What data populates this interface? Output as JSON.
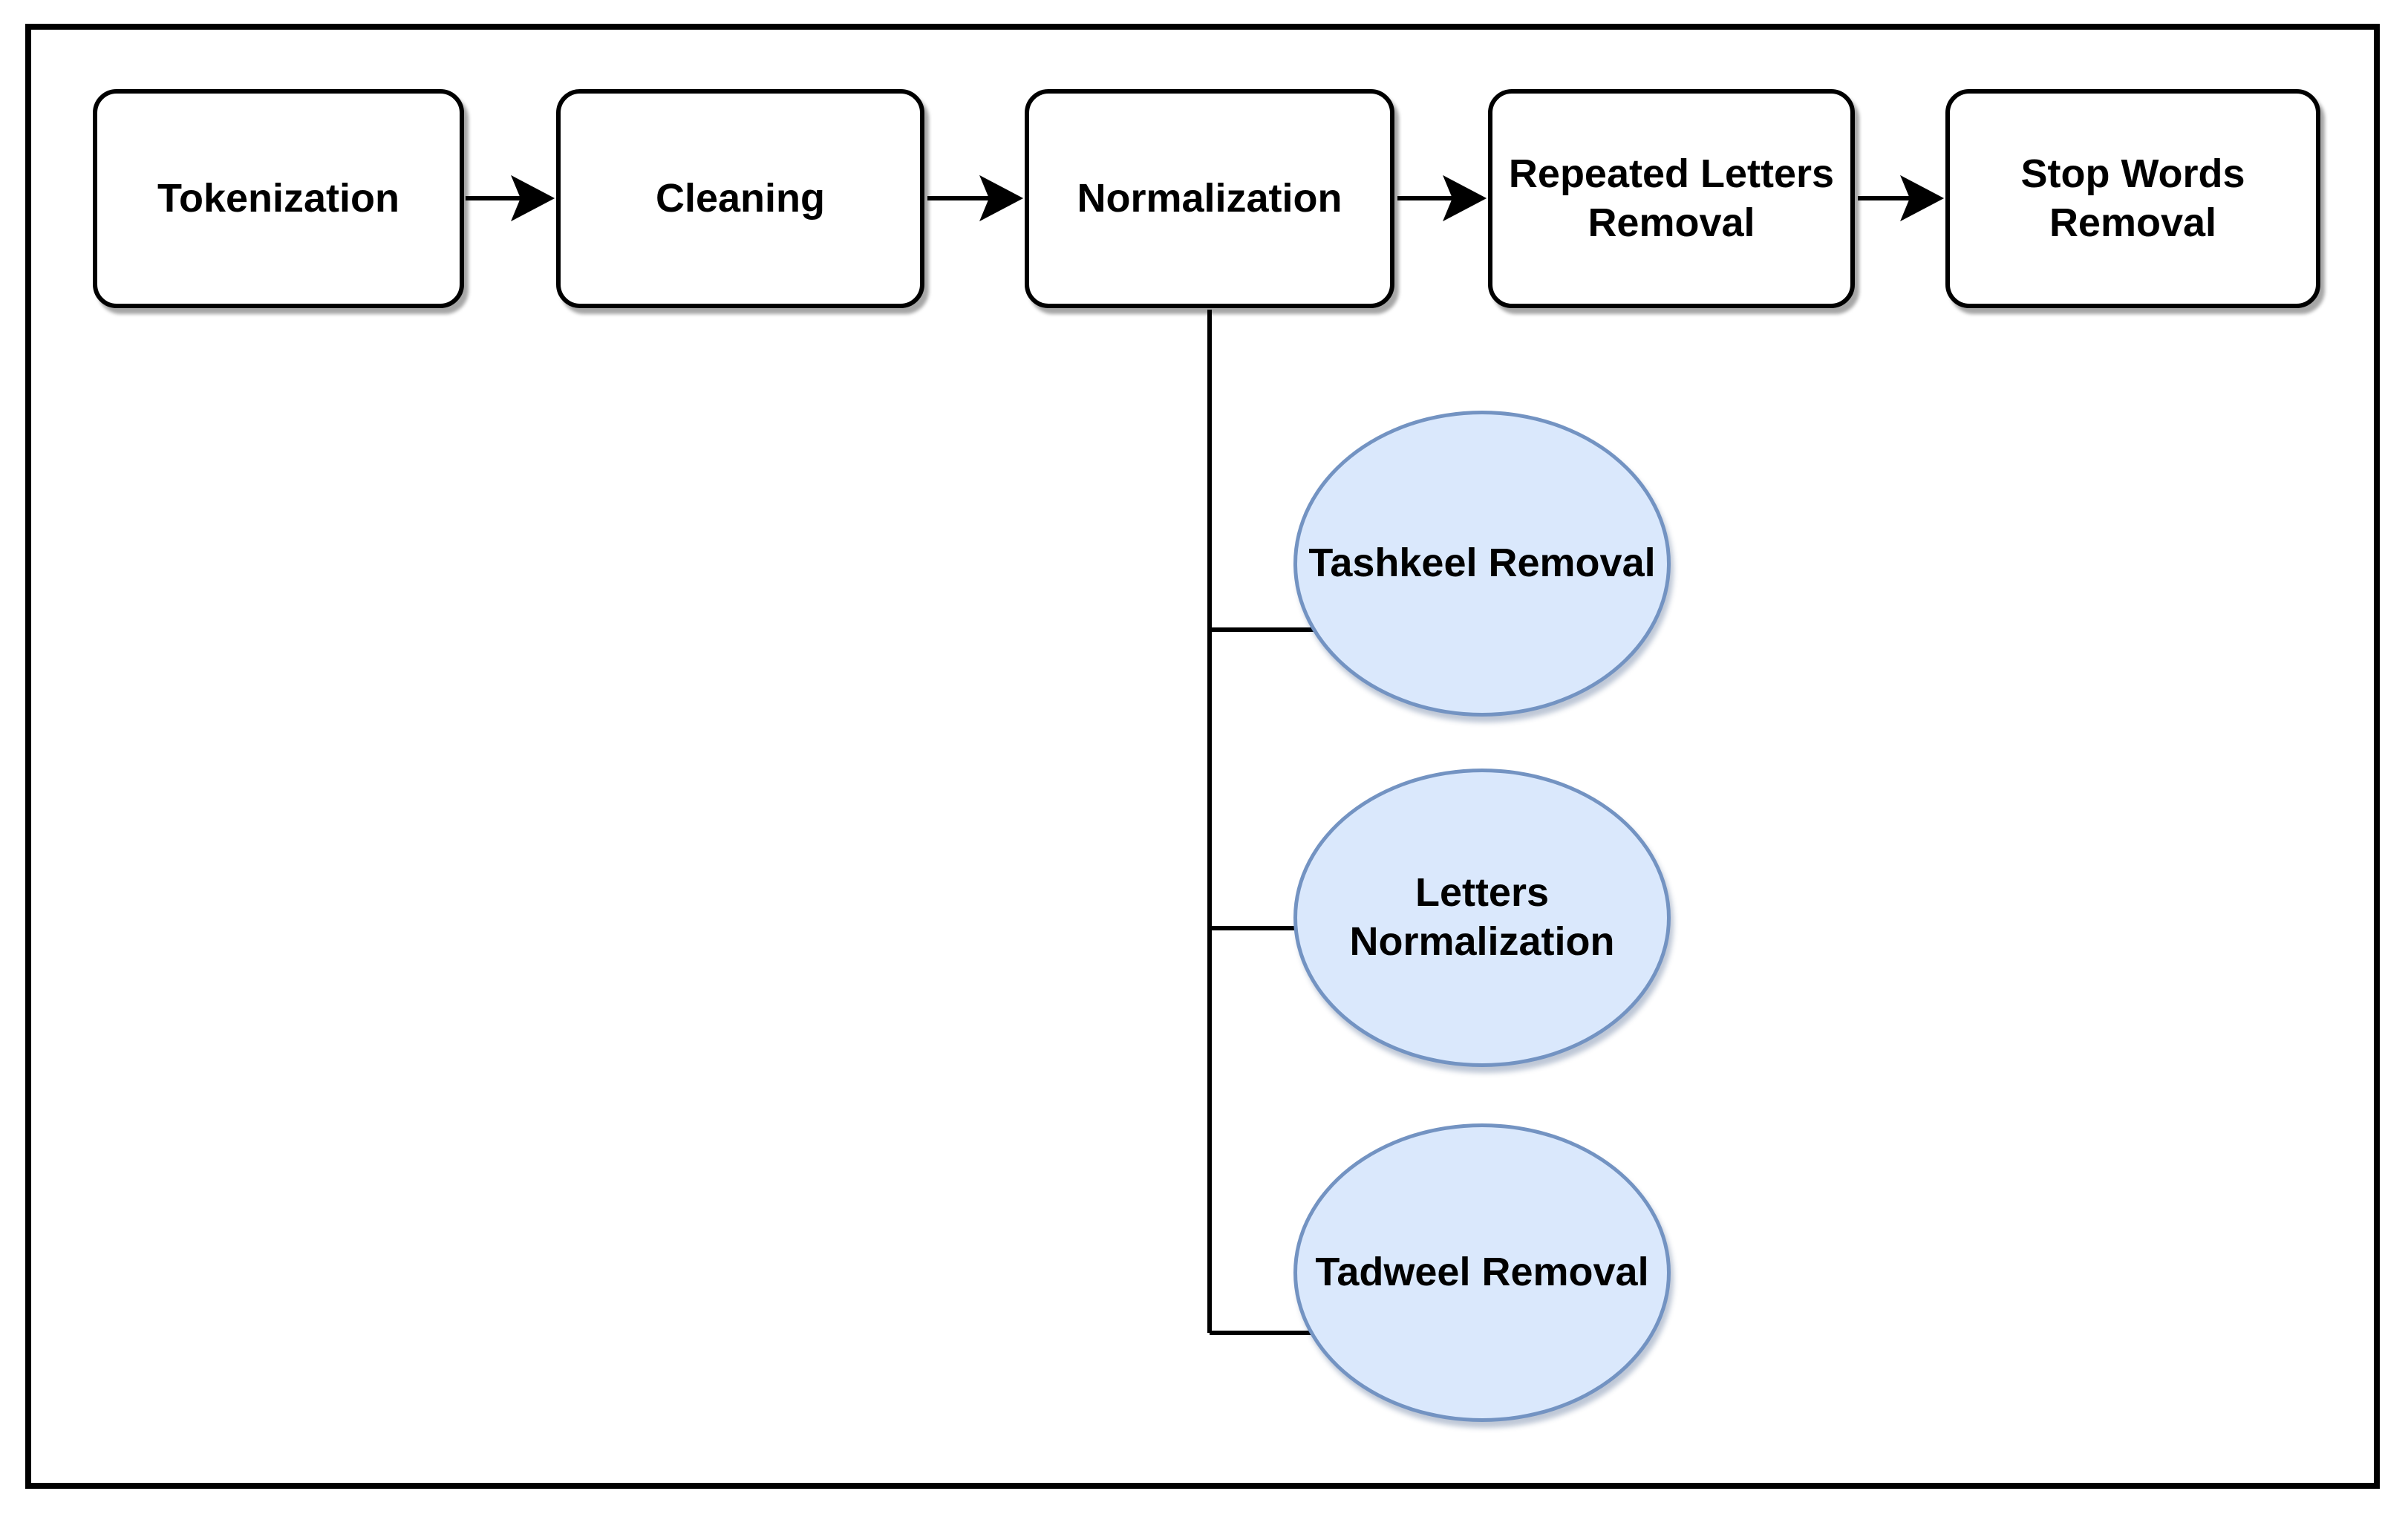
{
  "diagram": {
    "flow_nodes": [
      {
        "label": "Tokenization"
      },
      {
        "label": "Cleaning"
      },
      {
        "label": "Normalization"
      },
      {
        "label": "Repeated Letters\nRemoval"
      },
      {
        "label": "Stop Words\nRemoval"
      }
    ],
    "normalization_steps": [
      {
        "label": "Tashkeel Removal"
      },
      {
        "label": "Letters\nNormalization"
      },
      {
        "label": "Tadweel Removal"
      }
    ],
    "colors": {
      "background": "#ffffff",
      "frame_border": "#000000",
      "box_fill": "#ffffff",
      "box_border": "#000000",
      "box_text": "#000000",
      "ellipse_fill": "#dae8fc",
      "ellipse_border": "#7393c2",
      "ellipse_text": "#000000",
      "connector": "#000000"
    }
  }
}
